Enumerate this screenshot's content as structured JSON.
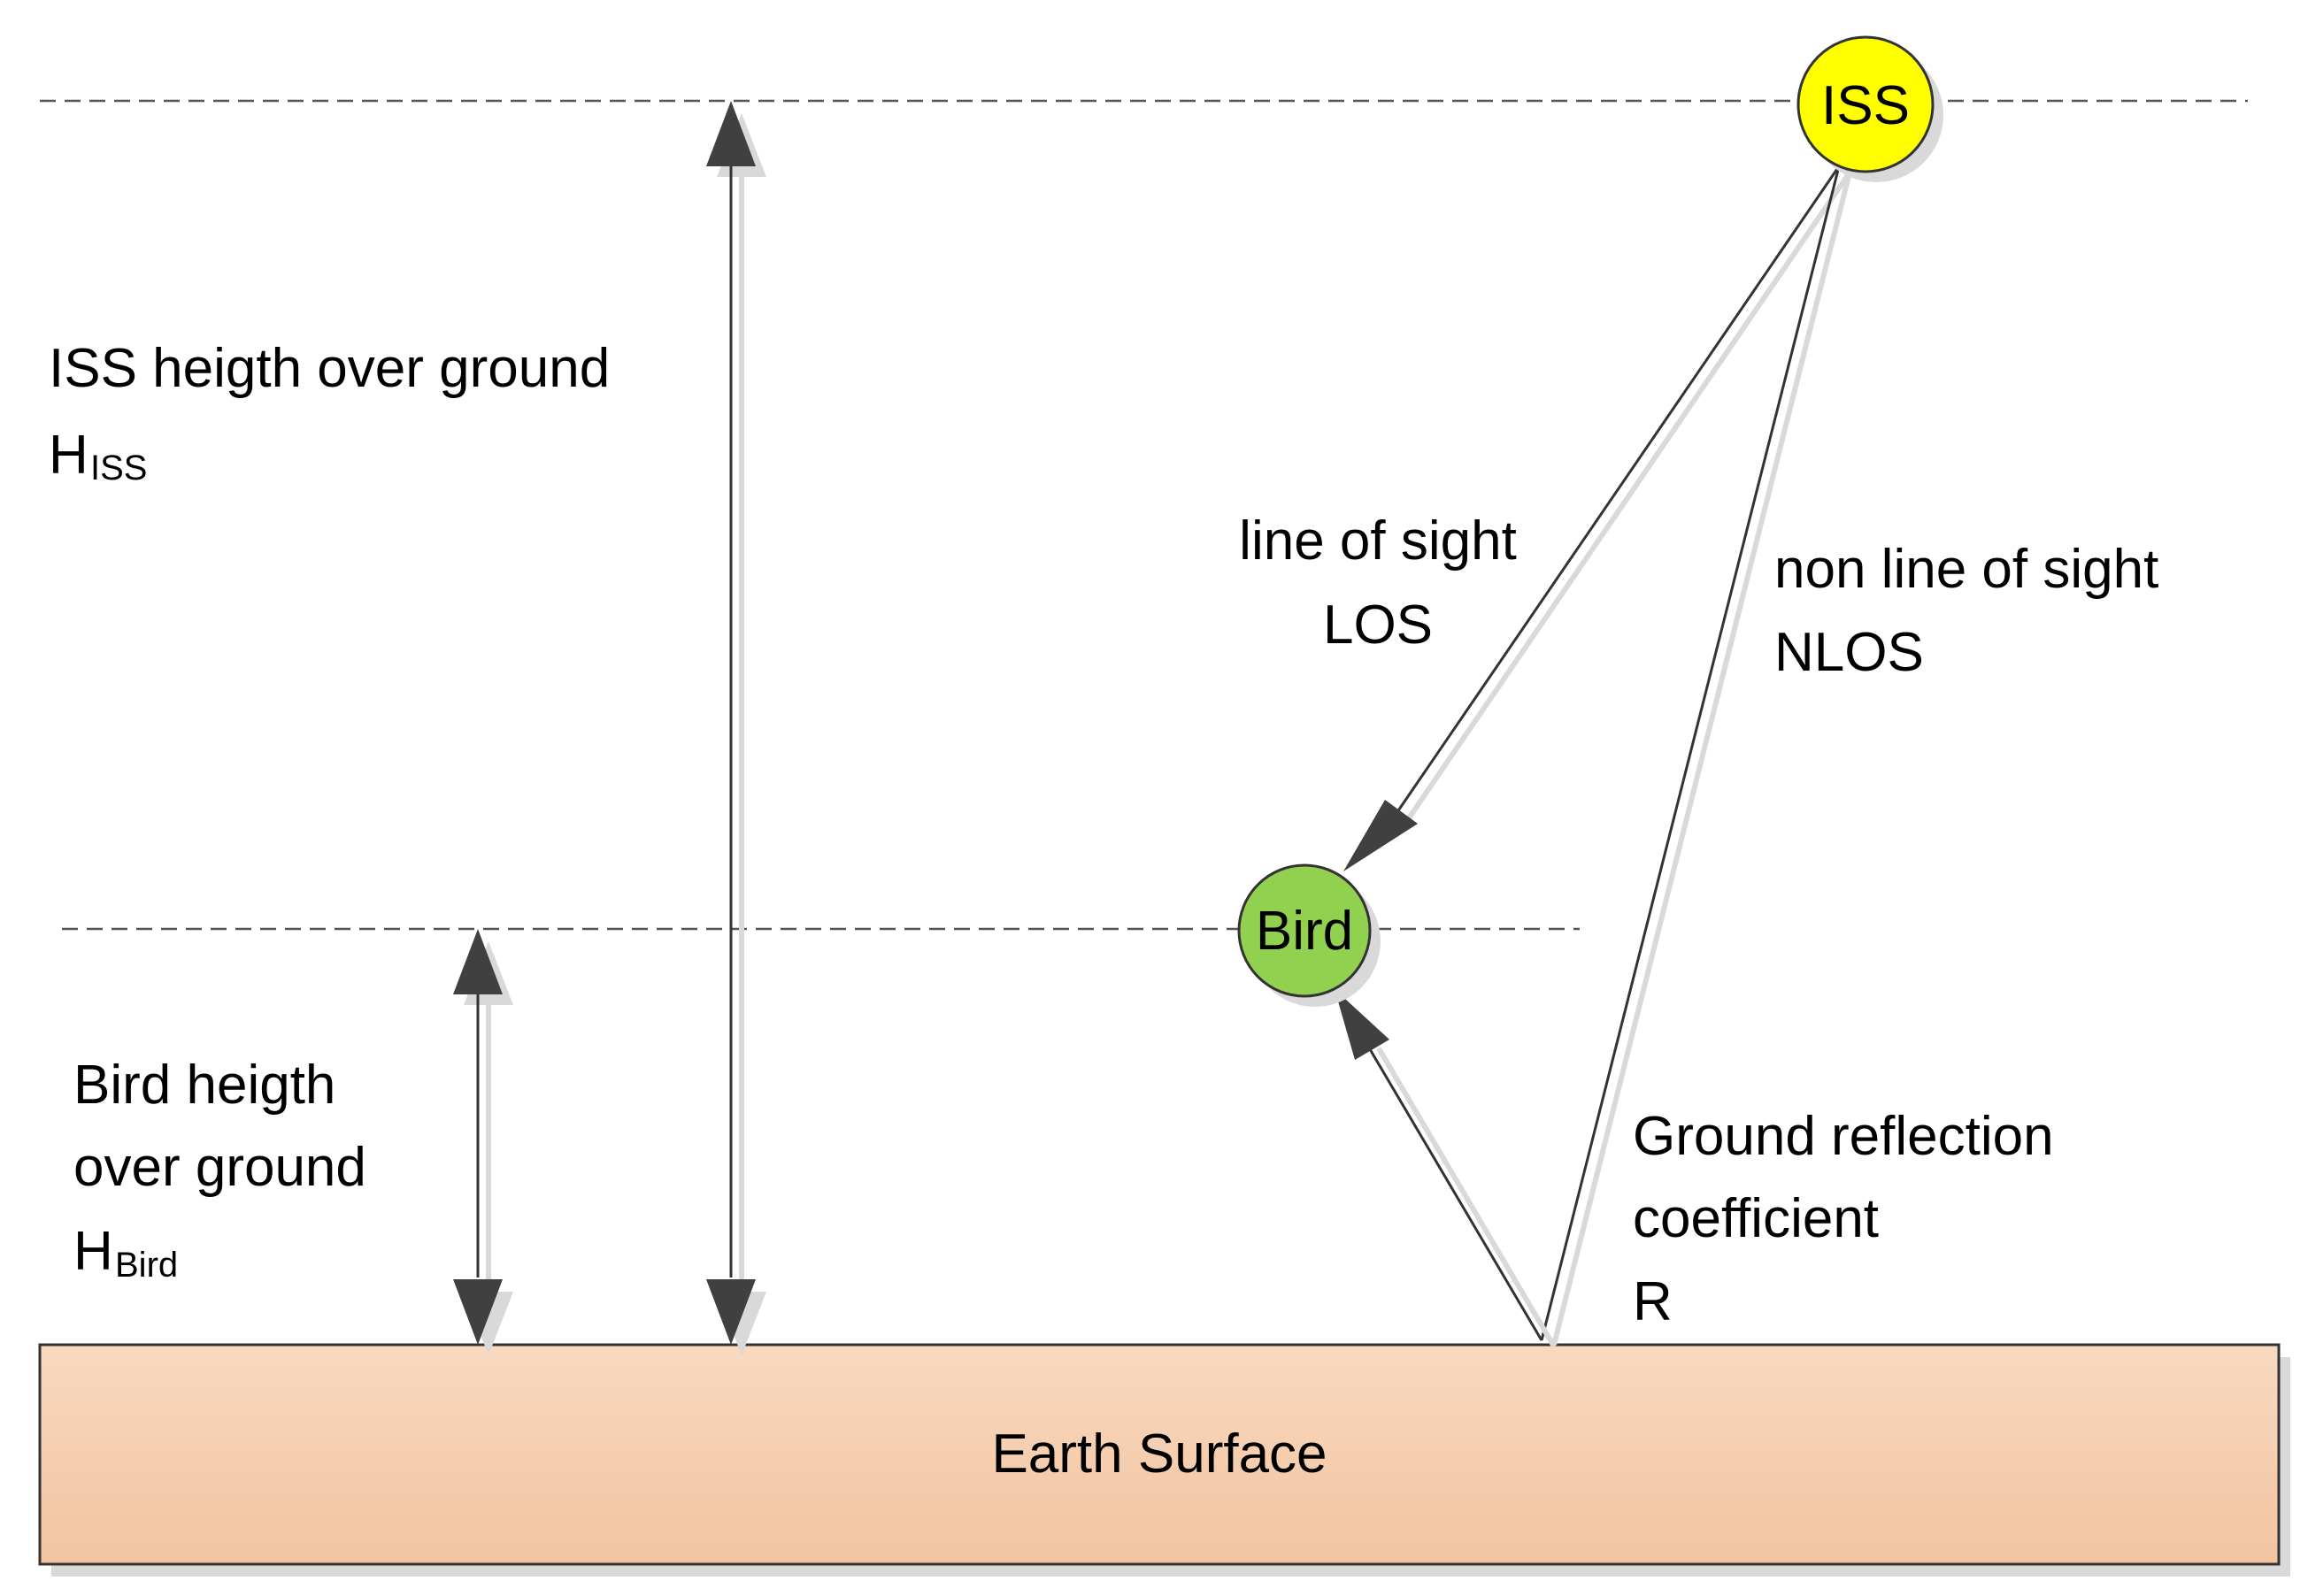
{
  "diagram": {
    "nodes": {
      "iss": {
        "label": "ISS",
        "fill": "#ffff00"
      },
      "bird": {
        "label": "Bird",
        "fill": "#92d050"
      }
    },
    "ground": {
      "label": "Earth Surface",
      "fill_top": "#f8d9c0",
      "fill_bottom": "#f2c4a0"
    },
    "labels": {
      "iss_height_line1": "ISS heigth over ground",
      "iss_height_symbol": "H",
      "iss_height_subscript": "ISS",
      "bird_height_line1": "Bird heigth",
      "bird_height_line2": "over ground",
      "bird_height_symbol": "H",
      "bird_height_subscript": "Bird",
      "los_line1": "line of sight",
      "los_line2": "LOS",
      "nlos_line1": "non line of sight",
      "nlos_line2": "NLOS",
      "reflection_line1": "Ground reflection",
      "reflection_line2": "coefficient",
      "reflection_line3": "R"
    },
    "colors": {
      "line": "#333333",
      "dashed": "#555555",
      "shadow": "#d9d9d9"
    }
  }
}
